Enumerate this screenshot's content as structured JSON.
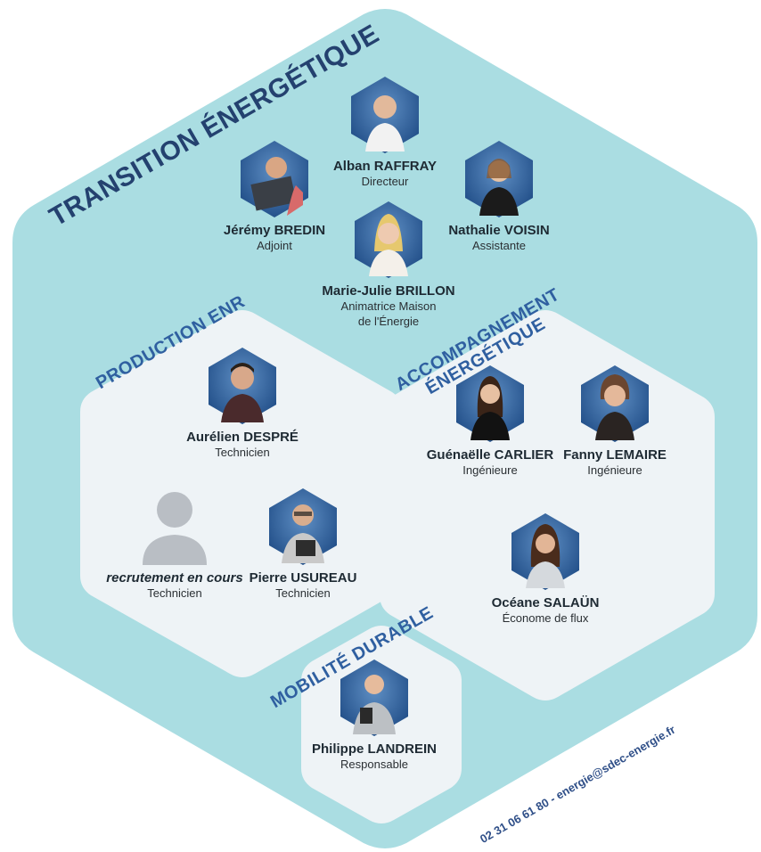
{
  "titles": {
    "main": "TRANSITION ÉNERGÉTIQUE",
    "production": "PRODUCTION ENR",
    "accompagnement_line1": "ACCOMPAGNEMENT",
    "accompagnement_line2": "ÉNERGÉTIQUE",
    "mobilite": "MOBILITÉ DURABLE"
  },
  "people": {
    "alban": {
      "name": "Alban RAFFRAY",
      "role": "Directeur"
    },
    "jeremy": {
      "name": "Jérémy BREDIN",
      "role": "Adjoint"
    },
    "nathalie": {
      "name": "Nathalie VOISIN",
      "role": "Assistante"
    },
    "mariejulie": {
      "name": "Marie-Julie BRILLON",
      "role_line1": "Animatrice Maison",
      "role_line2": "de l'Énergie"
    },
    "aurelien": {
      "name": "Aurélien DESPRÉ",
      "role": "Technicien"
    },
    "recrutement": {
      "name": "recrutement en cours",
      "role": "Technicien"
    },
    "pierre": {
      "name": "Pierre USUREAU",
      "role": "Technicien"
    },
    "guenaelle": {
      "name": "Guénaëlle CARLIER",
      "role": "Ingénieure"
    },
    "fanny": {
      "name": "Fanny LEMAIRE",
      "role": "Ingénieure"
    },
    "oceane": {
      "name": "Océane SALAÜN",
      "role": "Économe de flux"
    },
    "philippe": {
      "name": "Philippe LANDREIN",
      "role": "Responsable"
    }
  },
  "contact": "02 31 06 61 80 - energie@sdec-energie.fr",
  "colors": {
    "outer_bg": "#aadde2",
    "inner_bg": "#eef3f6",
    "title_dark": "#24416f",
    "title_blue": "#2f5fa0",
    "photo_bg": "#2c5c94"
  }
}
